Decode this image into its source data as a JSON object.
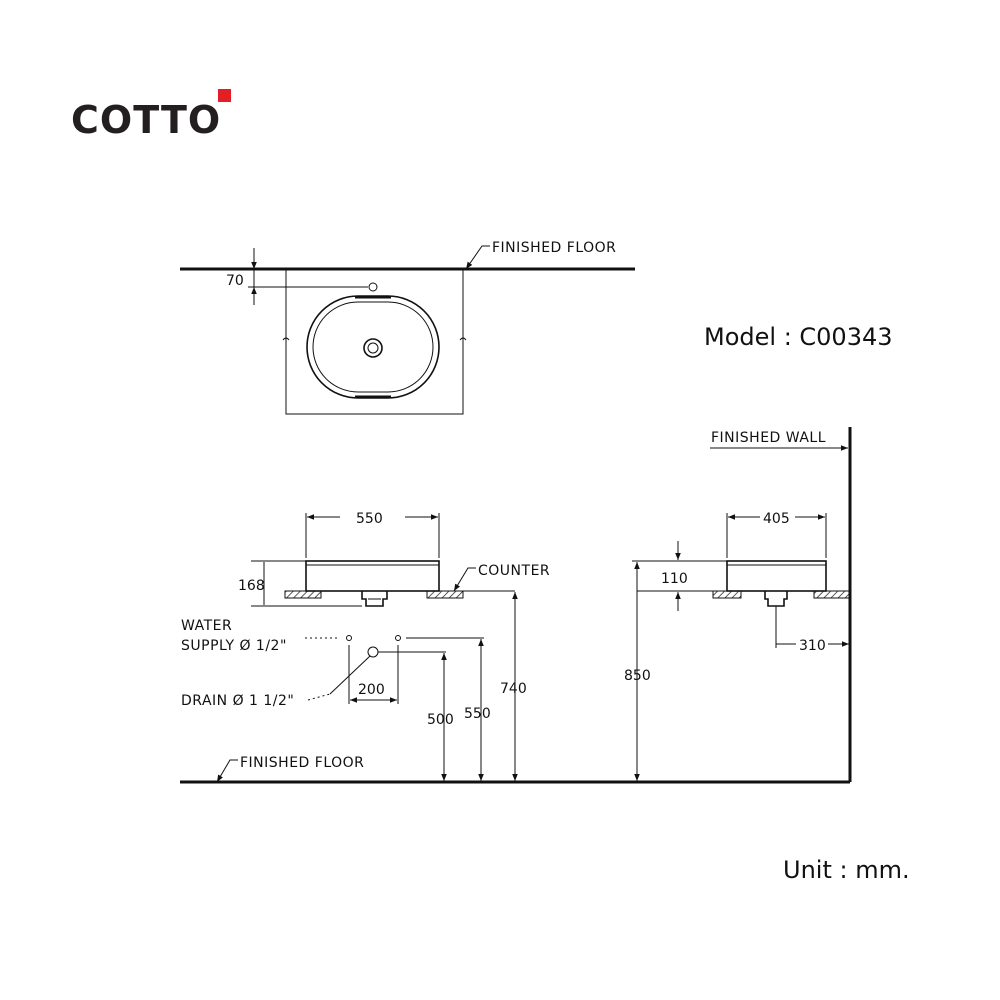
{
  "brand": {
    "name": "COTTO",
    "accent_color": "#e31e24",
    "text_color": "#231f20"
  },
  "model": {
    "label": "Model : C00343"
  },
  "unit": {
    "label": "Unit : mm."
  },
  "labels": {
    "finished_floor_top": "FINISHED FLOOR",
    "finished_floor_bottom": "FINISHED FLOOR",
    "finished_wall": "FINISHED WALL",
    "counter": "COUNTER",
    "water_supply_line1": "WATER",
    "water_supply_line2": "SUPPLY Ø 1/2\"",
    "drain": "DRAIN Ø 1 1/2\""
  },
  "dimensions": {
    "top_offset": "70",
    "front_width": "550",
    "front_height": "168",
    "side_depth": "405",
    "side_height": "110",
    "drain_offset_wall": "310",
    "pipe_spacing": "200",
    "drain_height": "500",
    "supply_height": "550",
    "counter_height": "740",
    "overall_height": "850"
  }
}
